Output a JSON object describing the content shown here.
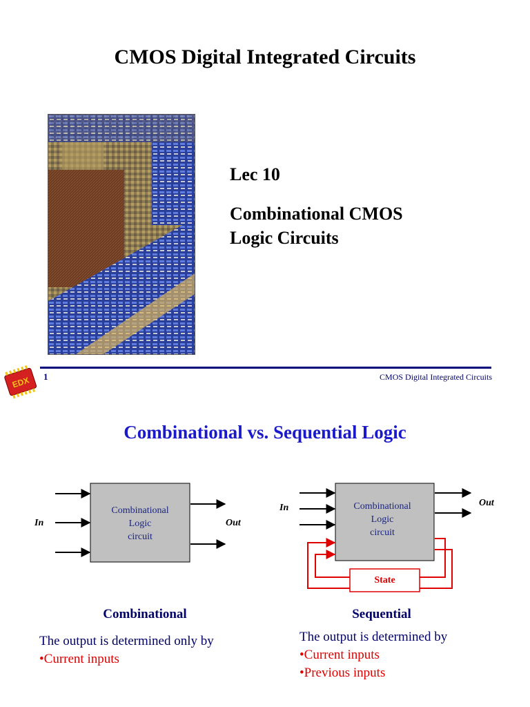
{
  "slide1": {
    "title": "CMOS Digital Integrated Circuits",
    "lecture_number": "Lec 10",
    "lecture_title_line1": "Combinational CMOS",
    "lecture_title_line2": "Logic Circuits",
    "footer": {
      "page_number": "1",
      "course_name": "CMOS Digital Integrated Circuits",
      "logo_text": "EDX"
    }
  },
  "slide2": {
    "title": "Combinational vs. Sequential Logic",
    "combinational": {
      "block_line1": "Combinational",
      "block_line2": "Logic",
      "block_line3": "circuit",
      "input_label": "In",
      "output_label": "Out",
      "caption": "Combinational",
      "description": "The output is determined only by",
      "bullets": [
        "•Current inputs"
      ]
    },
    "sequential": {
      "block_line1": "Combinational",
      "block_line2": "Logic",
      "block_line3": "circuit",
      "input_label": "In",
      "output_label": "Out",
      "state_label": "State",
      "caption": "Sequential",
      "description": "The output is determined by",
      "bullets": [
        "•Current inputs",
        "•Previous inputs"
      ]
    }
  },
  "colors": {
    "title_blue": "#1a1aca",
    "text_navy": "#000066",
    "rule_navy": "#00007a",
    "bullet_red": "#e00000",
    "state_red": "#e00000",
    "block_gray": "#c0c0c0"
  }
}
